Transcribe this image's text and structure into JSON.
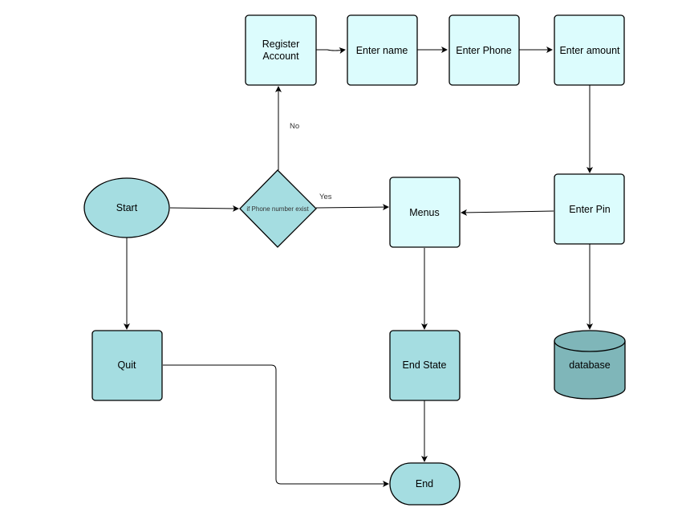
{
  "diagram": {
    "nodes": {
      "start": {
        "label": "Start",
        "shape": "ellipse"
      },
      "decision": {
        "label": "if Phone number exist",
        "shape": "diamond"
      },
      "register_line1": {
        "label": "Register",
        "shape": "rect"
      },
      "register_line2": {
        "label": "Account",
        "shape": "rect"
      },
      "enter_name": {
        "label": "Enter name",
        "shape": "rect"
      },
      "enter_phone": {
        "label": "Enter Phone",
        "shape": "rect"
      },
      "enter_amount": {
        "label": "Enter amount",
        "shape": "rect"
      },
      "enter_pin": {
        "label": "Enter Pin",
        "shape": "rect"
      },
      "menus": {
        "label": "Menus",
        "shape": "rect"
      },
      "quit": {
        "label": "Quit",
        "shape": "rect"
      },
      "end_state": {
        "label": "End State",
        "shape": "rect"
      },
      "end": {
        "label": "End",
        "shape": "terminator"
      },
      "database": {
        "label": "database",
        "shape": "cylinder"
      }
    },
    "edges": {
      "no_label": "No",
      "yes_label": "Yes"
    },
    "colors": {
      "light_fill": "#dcfcfd",
      "teal_fill": "#a5dde1",
      "db_fill": "#7fb6b9",
      "stroke": "#000000"
    }
  }
}
